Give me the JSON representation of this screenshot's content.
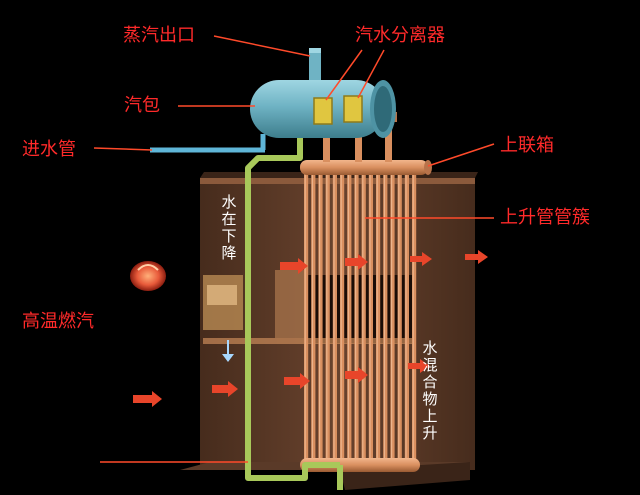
{
  "labels": {
    "steam_outlet": "蒸汽出口",
    "separator": "汽水分离器",
    "drum": "汽包",
    "inlet_pipe": "进水管",
    "upper_header": "上联箱",
    "riser_bundle": "上升管管簇",
    "hot_gas": "高温燃汽",
    "downcomer_flow": "水在下降",
    "riser_flow": "水混合物上升"
  },
  "colors": {
    "label": "#ff2a2a",
    "leader_line": "#ff4a2a",
    "drum": "#6fb3c4",
    "downcomer": "#a8c85a",
    "inlet_pipe": "#5fb6d8",
    "tube": "#d98f5f",
    "separator": "#d8c23a",
    "gas_arrow": "#e8452a",
    "wall": "#6e4630",
    "background": "#000000"
  },
  "icons": [
    "gas-flow-arrow",
    "flame-icon",
    "down-arrow-icon"
  ]
}
